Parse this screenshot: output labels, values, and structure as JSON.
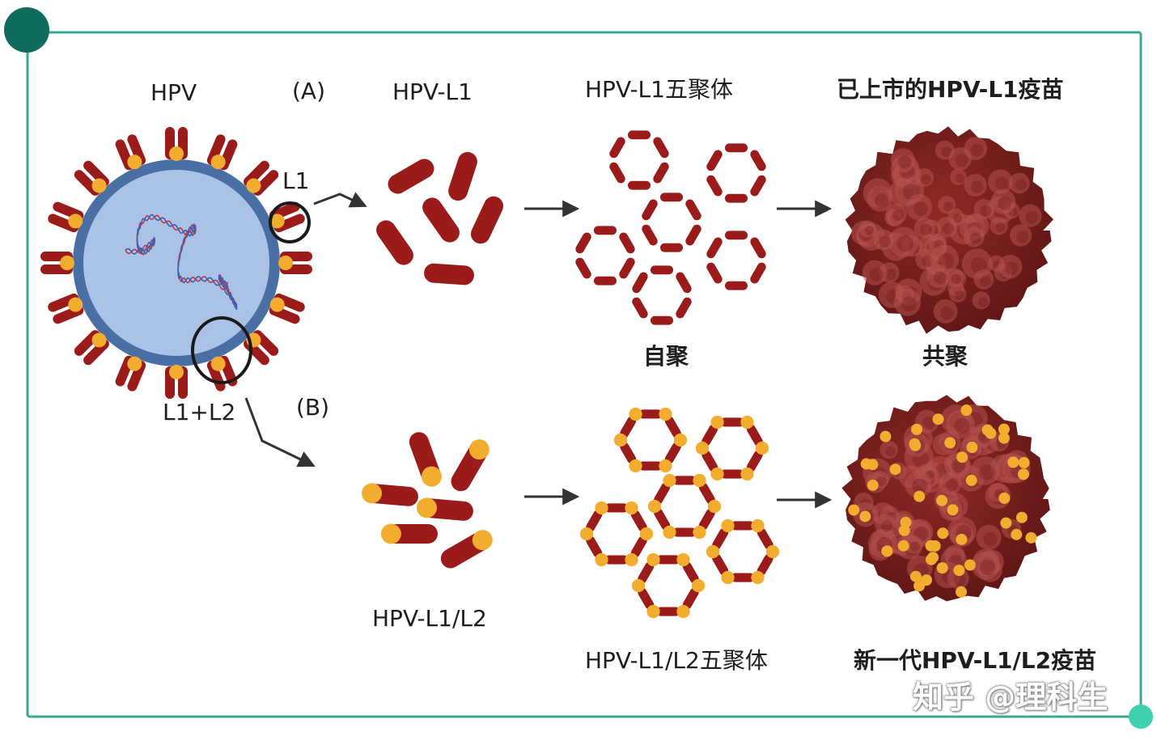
{
  "labels": {
    "hpv": "HPV",
    "route_a": "(A)",
    "hpv_l1": "HPV-L1",
    "l1_pentamer": "HPV-L1五聚体",
    "marketed_vaccine": "已上市的HPV-L1疫苗",
    "l1": "L1",
    "self_assembly": "自聚",
    "co_assembly": "共聚",
    "l1_l2": "L1+L2",
    "route_b": "(B)",
    "hpv_l1_l2": "HPV-L1/L2",
    "l1_l2_pentamer": "HPV-L1/L2五聚体",
    "new_vaccine": "新一代HPV-L1/L2疫苗"
  },
  "watermark": "知乎 @理科生",
  "colors": {
    "frame": "#3aa88e",
    "frame_dot_dark": "#0f6b5c",
    "frame_dot_light": "#3fd1ad",
    "protein": "#9b1b1b",
    "protein_dark": "#7a1212",
    "tip": "#f2ad2e",
    "capsid_fill": "#a9c2e6",
    "capsid_ring": "#4a6fa5",
    "vlp_dark": "#6d1a1a",
    "vlp_light": "#b5514f",
    "arrow": "#333333"
  }
}
